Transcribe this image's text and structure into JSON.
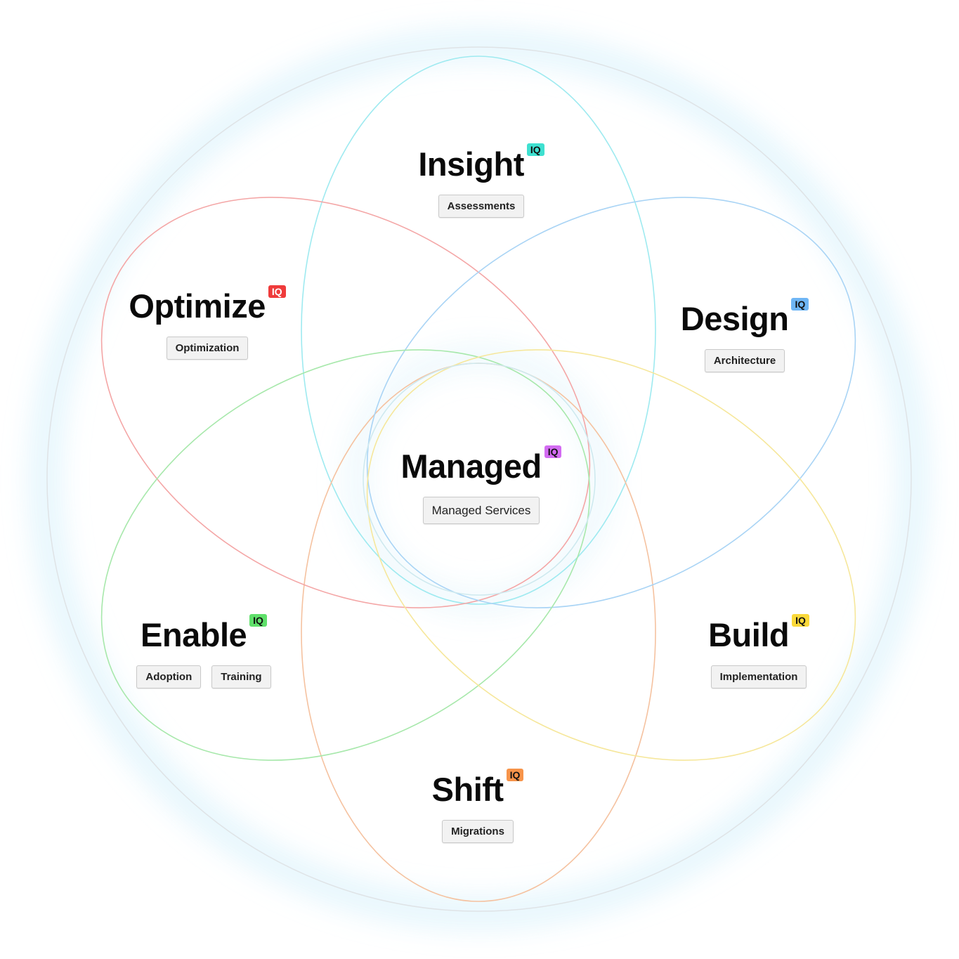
{
  "colors": {
    "outer_ring": "#dfe3e6",
    "glow": "#d4f0fb",
    "tag_bg": "#f2f2f2",
    "tag_border": "#c9c9c9",
    "title": "#0a0a0a"
  },
  "nodes": {
    "insight": {
      "title": "Insight",
      "badge": "IQ",
      "badge_color": "#3fe0d0",
      "ring_color": "#9eeaf0",
      "tags": [
        "Assessments"
      ]
    },
    "optimize": {
      "title": "Optimize",
      "badge": "IQ",
      "badge_color": "#ef3b3b",
      "ring_color": "#f4a6a6",
      "tags": [
        "Optimization"
      ]
    },
    "design": {
      "title": "Design",
      "badge": "IQ",
      "badge_color": "#6fb6f5",
      "ring_color": "#a9d4f5",
      "tags": [
        "Architecture"
      ]
    },
    "managed": {
      "title": "Managed",
      "badge": "IQ",
      "badge_color": "#d36cf2",
      "ring_color": "#cfe9ef",
      "tags": [
        "Managed Services"
      ]
    },
    "enable": {
      "title": "Enable",
      "badge": "IQ",
      "badge_color": "#5fe06a",
      "ring_color": "#a7e8ab",
      "tags": [
        "Adoption",
        "Training"
      ]
    },
    "build": {
      "title": "Build",
      "badge": "IQ",
      "badge_color": "#fad93a",
      "ring_color": "#f6e79b",
      "tags": [
        "Implementation"
      ]
    },
    "shift": {
      "title": "Shift",
      "badge": "IQ",
      "badge_color": "#f7944a",
      "ring_color": "#f5c2a0",
      "tags": [
        "Migrations"
      ]
    }
  }
}
